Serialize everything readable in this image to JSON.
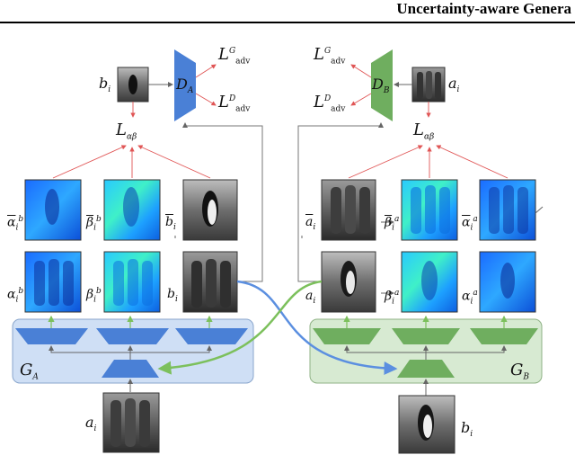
{
  "header": {
    "title": "Uncertainty-aware Genera"
  },
  "discriminators": {
    "left": {
      "symbol": "D",
      "sub": "A"
    },
    "right": {
      "symbol": "D",
      "sub": "B"
    }
  },
  "losses": {
    "adv": "adv",
    "G": "G",
    "D": "D",
    "alpha_beta": "αβ",
    "L": "L"
  },
  "labels": {
    "b_i": "b",
    "a_i": "a",
    "i": "i",
    "alpha": "α",
    "beta": "β",
    "b": "b",
    "a": "a"
  },
  "generators": {
    "left": {
      "symbol": "G",
      "sub": "A"
    },
    "right": {
      "symbol": "G",
      "sub": "B"
    }
  },
  "colors": {
    "blue_panel": "#cfdff5",
    "green_panel": "#d7ead2",
    "blue_shape": "#4a80d6",
    "green_shape": "#6fae5f",
    "blue_arrow": "#5b8fe0",
    "green_arrow": "#7cc05c",
    "red_arrow": "#e05555"
  }
}
